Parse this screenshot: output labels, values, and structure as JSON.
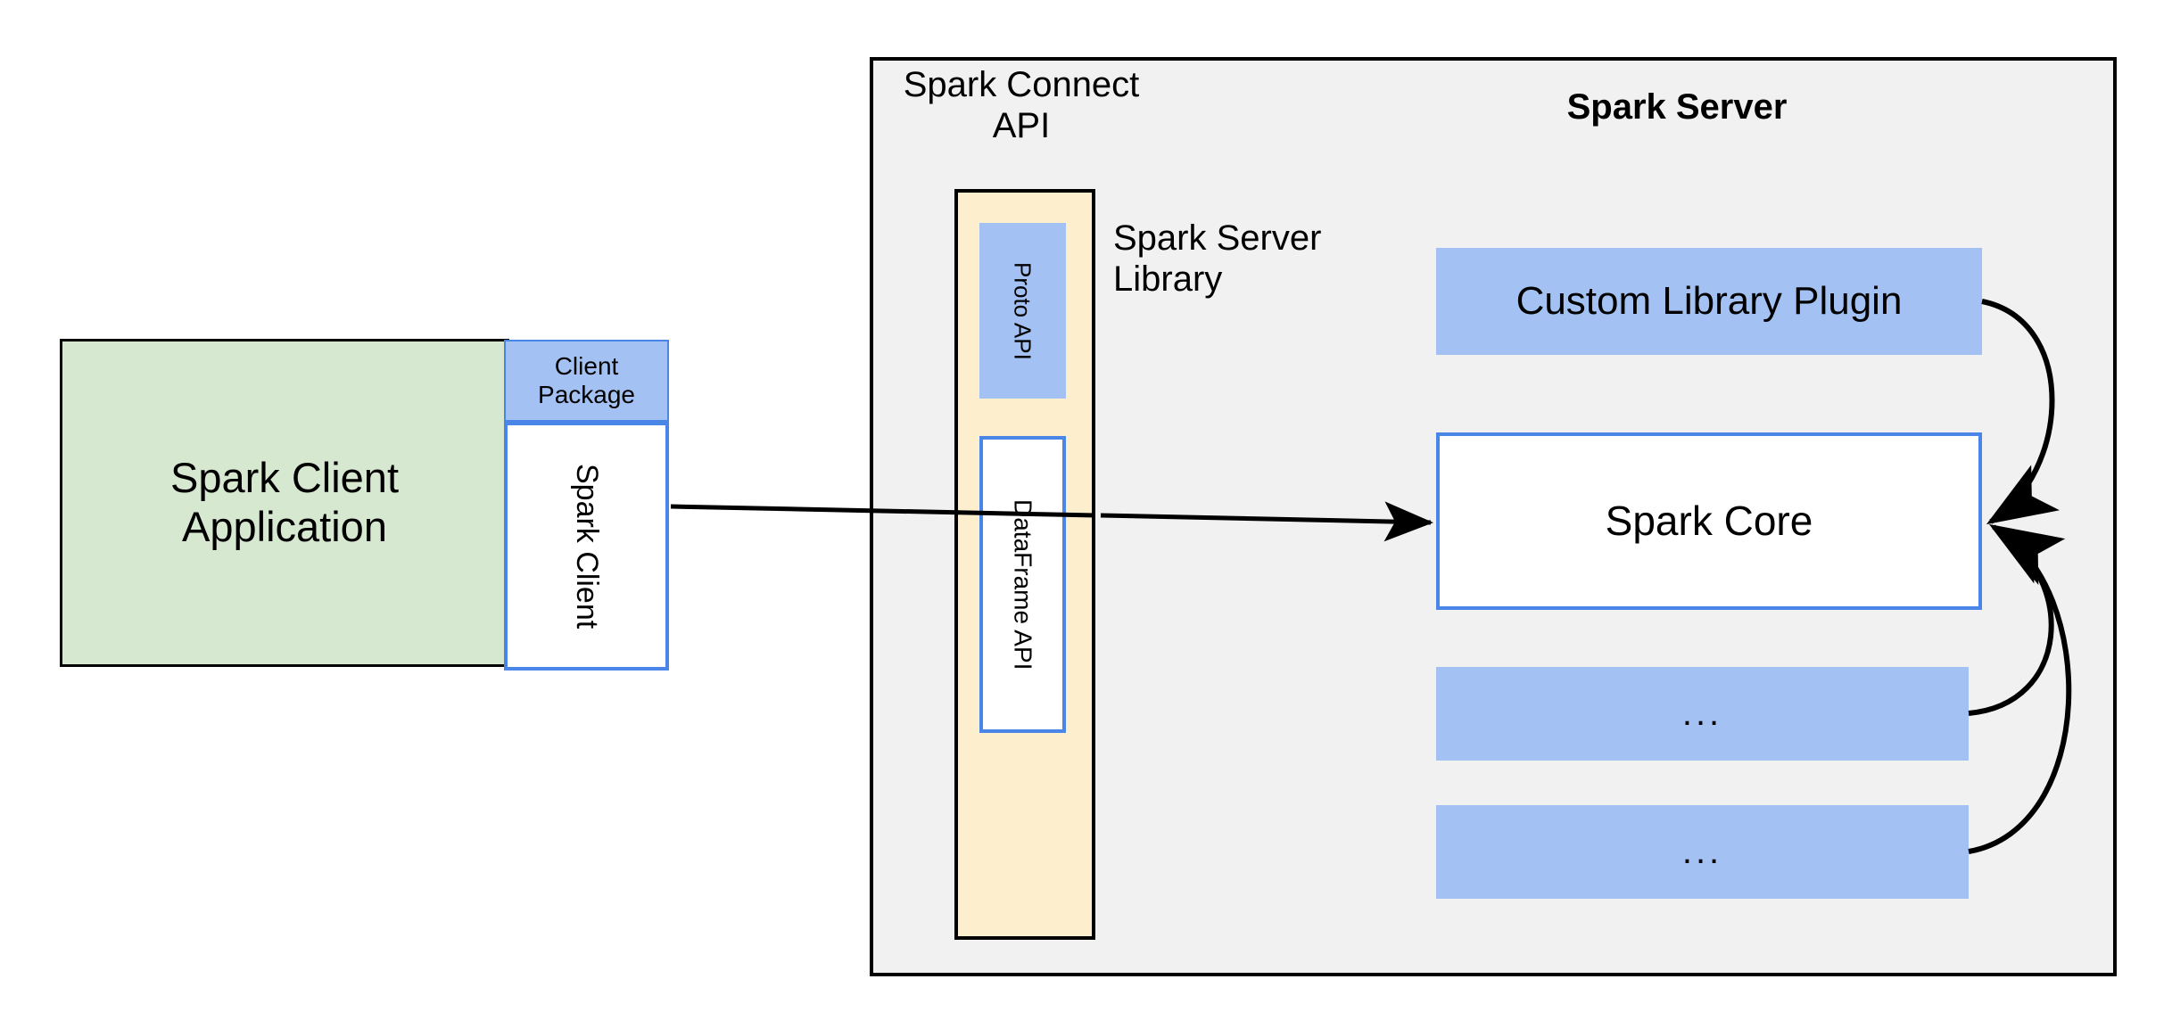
{
  "diagram": {
    "title": "Spark Connect architecture",
    "colors": {
      "client_app_fill": "#d7e8d0",
      "package_fill": "#a3c2f3",
      "blue_stroke": "#4a86e8",
      "server_fill": "#f1f1f1",
      "connect_column_fill": "#fdeecd",
      "black_stroke": "#000000",
      "white_fill": "#ffffff"
    }
  },
  "client": {
    "application_label": "Spark Client\nApplication",
    "package_label": "Client\nPackage",
    "client_label": "Spark Client"
  },
  "server": {
    "title": "Spark Server",
    "connect_api_label": "Spark Connect\nAPI",
    "server_library_label": "Spark Server\nLibrary",
    "connect_api": {
      "proto_api_label": "Proto API",
      "dataframe_api_label": "DataFrame API"
    },
    "components": [
      {
        "label": "Custom Library Plugin",
        "style": "filled-blue"
      },
      {
        "label": "Spark Core",
        "style": "white-blue-border"
      },
      {
        "label": "...",
        "style": "filled-blue"
      },
      {
        "label": "...",
        "style": "filled-blue"
      }
    ]
  },
  "edges": [
    {
      "name": "client-to-connect-api",
      "from": "Spark Client",
      "to": "Spark Connect API",
      "kind": "line"
    },
    {
      "name": "connect-api-to-spark-core",
      "from": "Spark Connect API",
      "to": "Spark Core",
      "kind": "arrow"
    },
    {
      "name": "custom-plugin-to-spark-core",
      "from": "Custom Library Plugin",
      "to": "Spark Core",
      "kind": "curved-arrow"
    },
    {
      "name": "ellipsis-1-to-spark-core",
      "from": "...",
      "to": "Spark Core",
      "kind": "curved-arrow"
    },
    {
      "name": "ellipsis-2-to-spark-core",
      "from": "...",
      "to": "Spark Core",
      "kind": "curved-arrow"
    }
  ]
}
